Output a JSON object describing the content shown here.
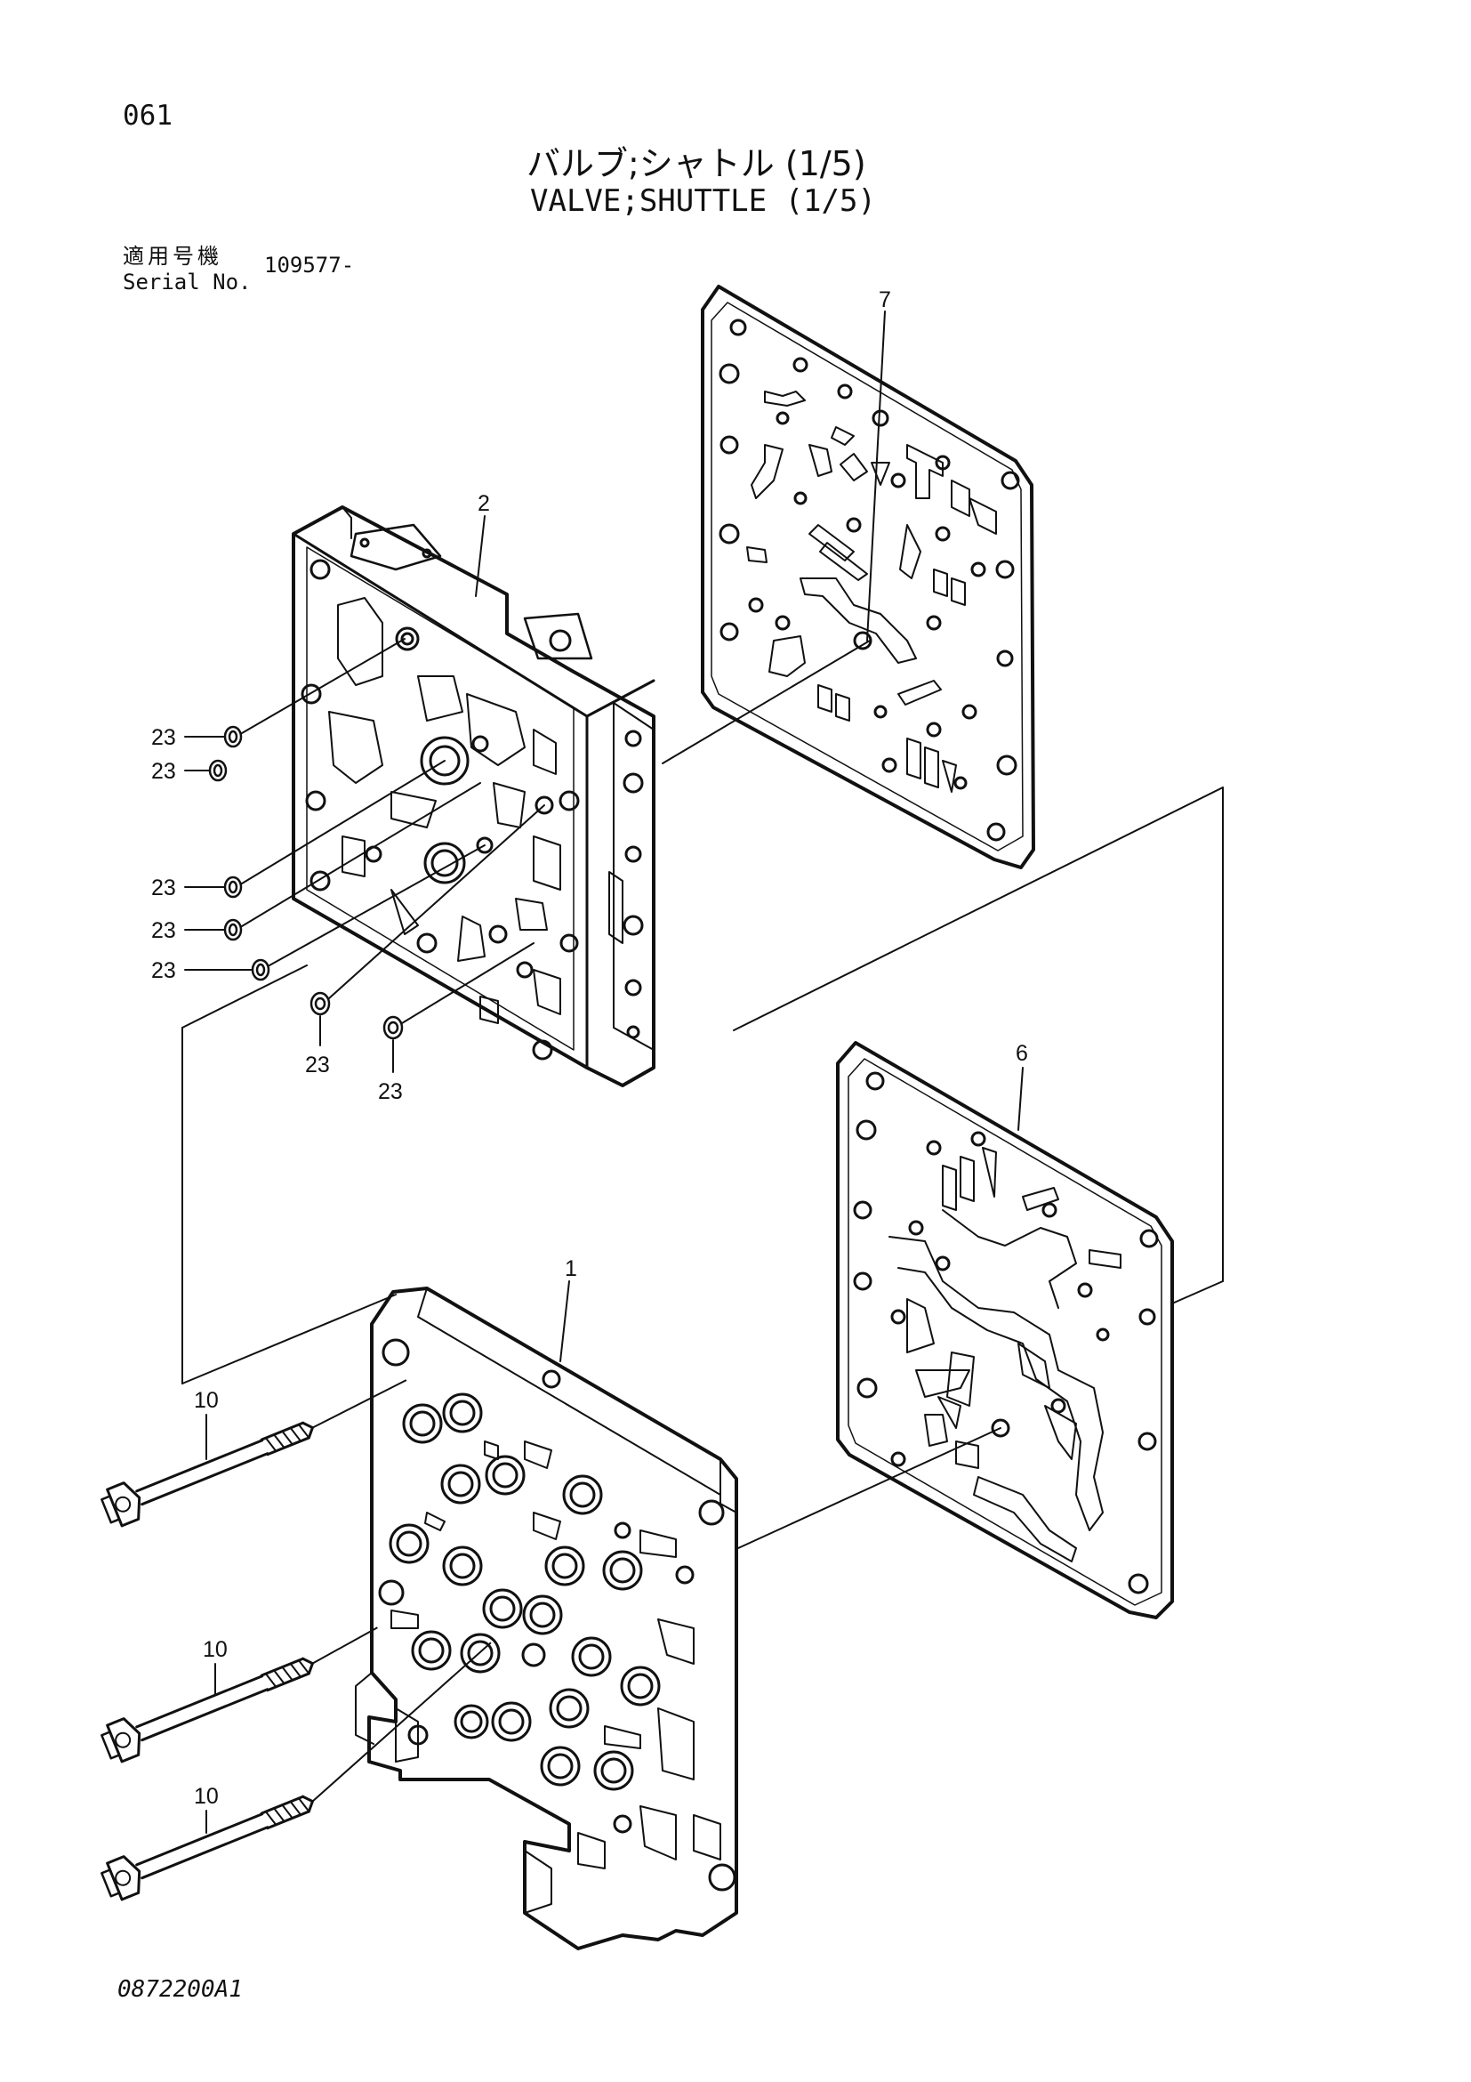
{
  "page_number": "061",
  "title_jp": "バルブ;シャトル (1/5)",
  "title_en": "VALVE;SHUTTLE (1/5)",
  "serial": {
    "label_jp": "適用号機",
    "label_en": "Serial No.",
    "value": "109577-"
  },
  "drawing_number": "0872200A1",
  "callouts": {
    "p1": "1",
    "p2": "2",
    "p6": "6",
    "p7": "7",
    "p10": "10",
    "p23": "23"
  }
}
